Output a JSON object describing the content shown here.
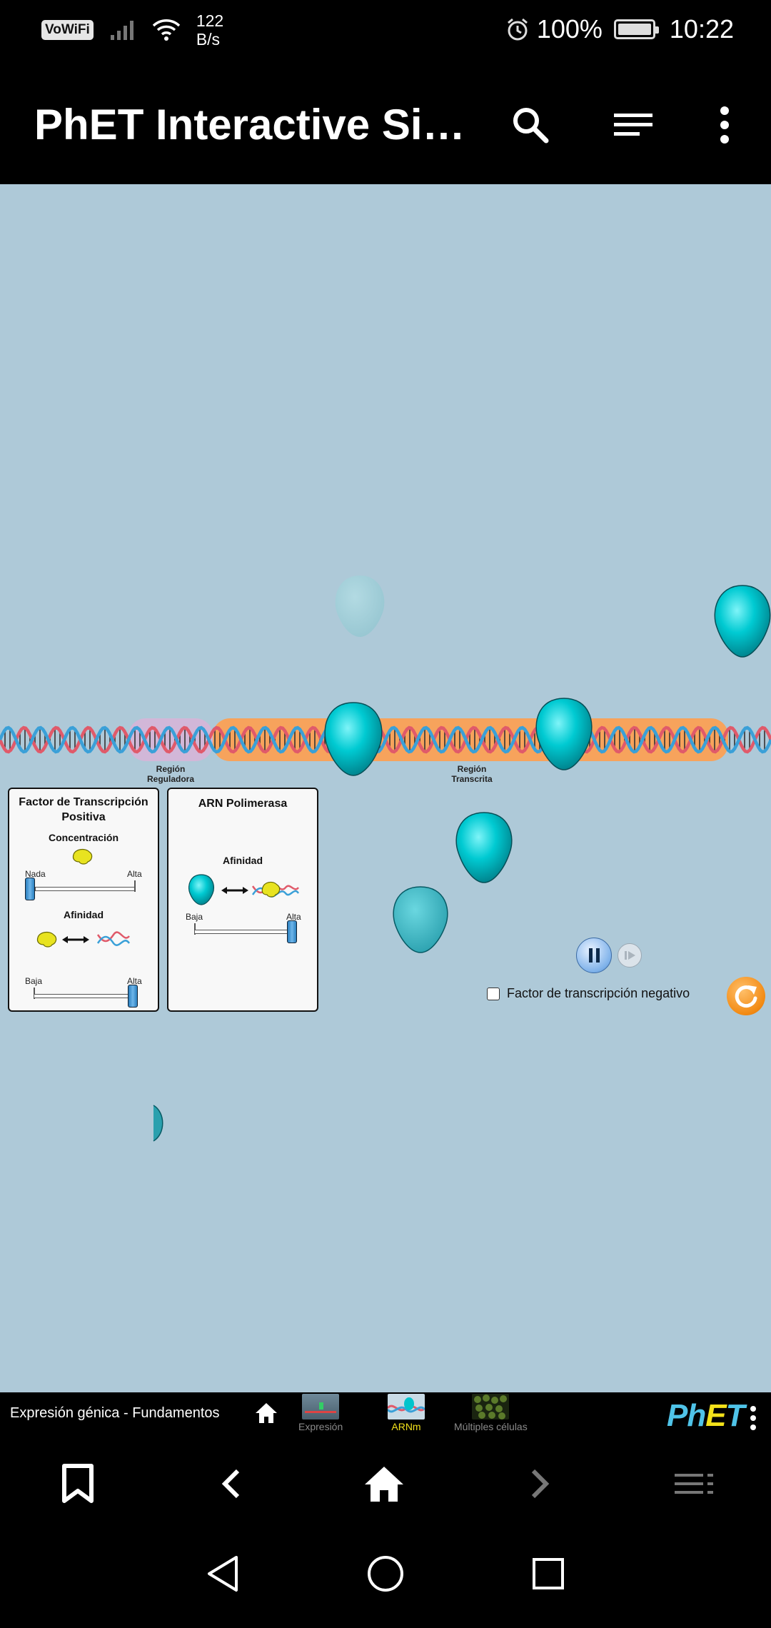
{
  "status_bar": {
    "wifi_badge": "VoWiFi",
    "speed_value": "122",
    "speed_unit": "B/s",
    "battery": "100%",
    "time": "10:22"
  },
  "app_bar": {
    "title": "PhET Interactive Si…",
    "icons": [
      "search-icon",
      "menu-lines-icon",
      "more-vert-icon"
    ]
  },
  "simulation": {
    "regions": {
      "regulatory": [
        "Región",
        "Reguladora"
      ],
      "transcribed": [
        "Región",
        "Transcrita"
      ]
    },
    "panel_positive_tf": {
      "title": [
        "Factor de Transcripción",
        "Positiva"
      ],
      "concentration_label": "Concentración",
      "concentration_min": "Nada",
      "concentration_max": "Alta",
      "concentration_value": 0.0,
      "affinity_label": "Afinidad",
      "affinity_min": "Baja",
      "affinity_max": "Alta",
      "affinity_value": 1.0
    },
    "panel_rna_polymerase": {
      "title": "ARN Polimerasa",
      "affinity_label": "Afinidad",
      "affinity_min": "Baja",
      "affinity_max": "Alta",
      "affinity_value": 1.0
    },
    "negative_tf_checkbox": {
      "label": "Factor de transcripción negativo",
      "checked": false
    },
    "colors": {
      "background": "#aec9d8",
      "polymerase": "#00c4cc",
      "transcribed_region": "#f7a35c",
      "regulatory_region": "#d8b4d8",
      "dna_strand_a": "#e05a6a",
      "dna_strand_b": "#3aa0d8"
    }
  },
  "phet_nav": {
    "sim_title": "Expresión génica - Fundamentos",
    "screens": [
      {
        "label": "Expresión",
        "active": false
      },
      {
        "label": "ARNm",
        "active": true
      },
      {
        "label": "Múltiples células",
        "active": false
      }
    ],
    "logo": "PhET"
  },
  "browser_bar": {
    "icons": [
      "bookmark-icon",
      "back-chevron-icon",
      "home-icon",
      "forward-chevron-icon",
      "tabs-icon"
    ]
  },
  "system_nav": {
    "icons": [
      "back-triangle-icon",
      "home-circle-icon",
      "recents-square-icon"
    ]
  }
}
